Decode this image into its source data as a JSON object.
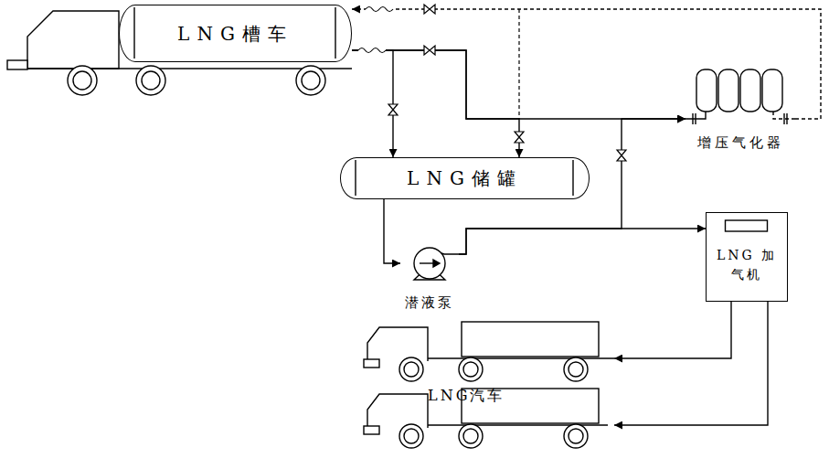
{
  "diagram": {
    "nodes": [
      {
        "text": [
          "LNG槽车"
        ]
      },
      {
        "text": [
          "LNG储罐"
        ]
      },
      {
        "text": [
          "潜液泵"
        ]
      },
      {
        "text": [
          "增压气化器"
        ]
      },
      {
        "text": [
          "LNG 加气机"
        ]
      },
      {
        "text": [
          "LNG汽车"
        ]
      }
    ],
    "edges": [
      {
        "from": 0,
        "to": 1,
        "arrow": "to"
      },
      {
        "from": 0,
        "to": 3,
        "arrow": "to"
      },
      {
        "from": 0,
        "to": 1,
        "arrow": "to"
      },
      {
        "from": 3,
        "to": 0,
        "arrow": "to"
      },
      {
        "from": 1,
        "to": 2,
        "arrow": "to"
      },
      {
        "from": 2,
        "to": 4,
        "arrow": "to"
      },
      {
        "from": 2,
        "to": 3,
        "arrow": "to"
      },
      {
        "from": 4,
        "to": 5,
        "arrow": "to"
      }
    ]
  }
}
